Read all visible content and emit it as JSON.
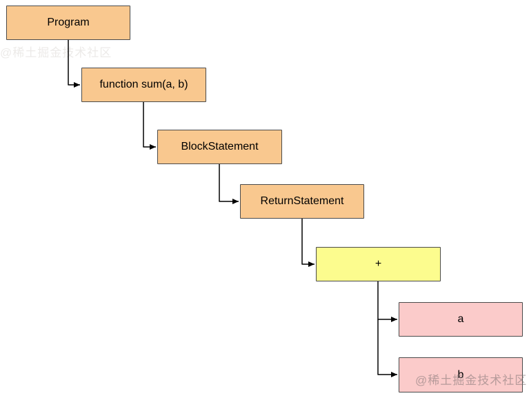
{
  "diagram": {
    "nodes": [
      {
        "id": "program",
        "label": "Program",
        "fill": "#F9C88F"
      },
      {
        "id": "function",
        "label": "function sum(a, b)",
        "fill": "#F9C88F"
      },
      {
        "id": "block",
        "label": "BlockStatement",
        "fill": "#F9C88F"
      },
      {
        "id": "return",
        "label": "ReturnStatement",
        "fill": "#F9C88F"
      },
      {
        "id": "plus",
        "label": "+",
        "fill": "#FCFC8E"
      },
      {
        "id": "a",
        "label": "a",
        "fill": "#FBCBCA"
      },
      {
        "id": "b",
        "label": "b",
        "fill": "#FBCBCA"
      }
    ],
    "colors": {
      "node_orange": "#F9C88F",
      "node_yellow": "#FCFC8E",
      "node_pink": "#FBCBCA",
      "node_border": "#4a4a4a",
      "connector": "#000000",
      "background": "#FFFFFF"
    },
    "watermark": {
      "text": "@稀土掘金技术社区"
    }
  }
}
